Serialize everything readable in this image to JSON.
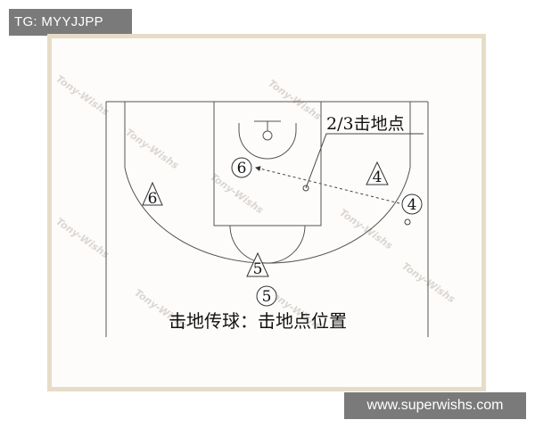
{
  "tag": {
    "text": "TG: MYYJJPP"
  },
  "site": {
    "text": "www.superwishs.com"
  },
  "diagram": {
    "annotation": "2/3击地点",
    "caption": "击地传球：击地点位置",
    "players": {
      "circle_6": "6",
      "circle_4": "4",
      "circle_5": "5",
      "triangle_6": "6",
      "triangle_4": "4",
      "triangle_5": "5"
    },
    "watermark": "Tony-Wishs"
  }
}
